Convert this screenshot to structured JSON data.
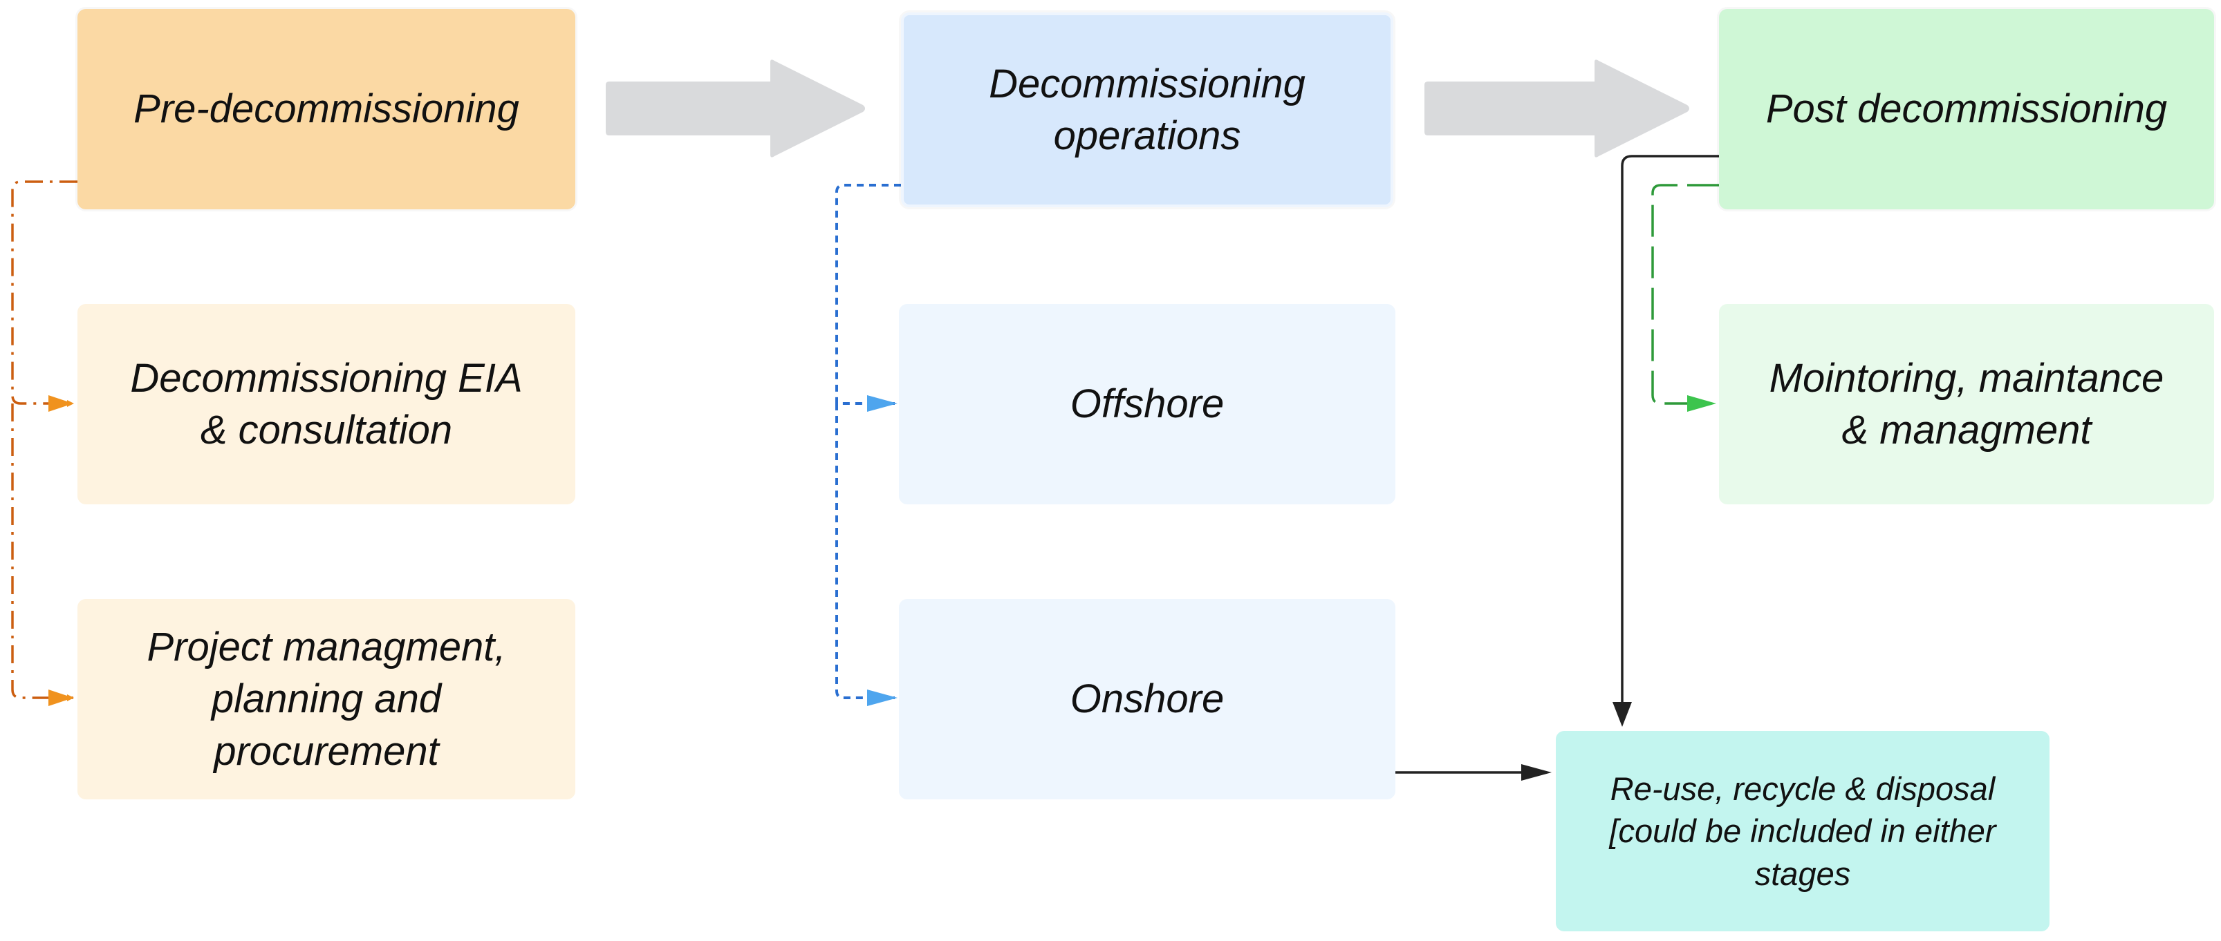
{
  "colors": {
    "pre_phase": "#fbd9a4",
    "pre_sub": "#fef3e0",
    "ops_phase": "#d7e8fc",
    "ops_sub": "#eef6fe",
    "post_phase": "#cff7d6",
    "post_sub": "#e8faeb",
    "reuse": "#c3f5ef",
    "flow_arrow": "#d9dadc",
    "pre_connector": "#cc5e10",
    "pre_arrowhead": "#f0921e",
    "ops_connector": "#2a6fd1",
    "ops_arrowhead": "#4ea5ee",
    "post_connector": "#2e9a3a",
    "post_arrowhead": "#3cc44d",
    "black_connector": "#222222"
  },
  "phases": {
    "pre": "Pre-decommissioning",
    "ops": "Decommissioning\noperations",
    "post": "Post decommissioning"
  },
  "pre_items": {
    "eia": "Decommissioning EIA\n& consultation",
    "project": "Project managment,\nplanning and\nprocurement"
  },
  "ops_items": {
    "offshore": "Offshore",
    "onshore": "Onshore"
  },
  "post_items": {
    "monitoring": "Mointoring, maintance\n& managment"
  },
  "reuse": "Re-use, recycle & disposal\n[could be included in either\nstages"
}
